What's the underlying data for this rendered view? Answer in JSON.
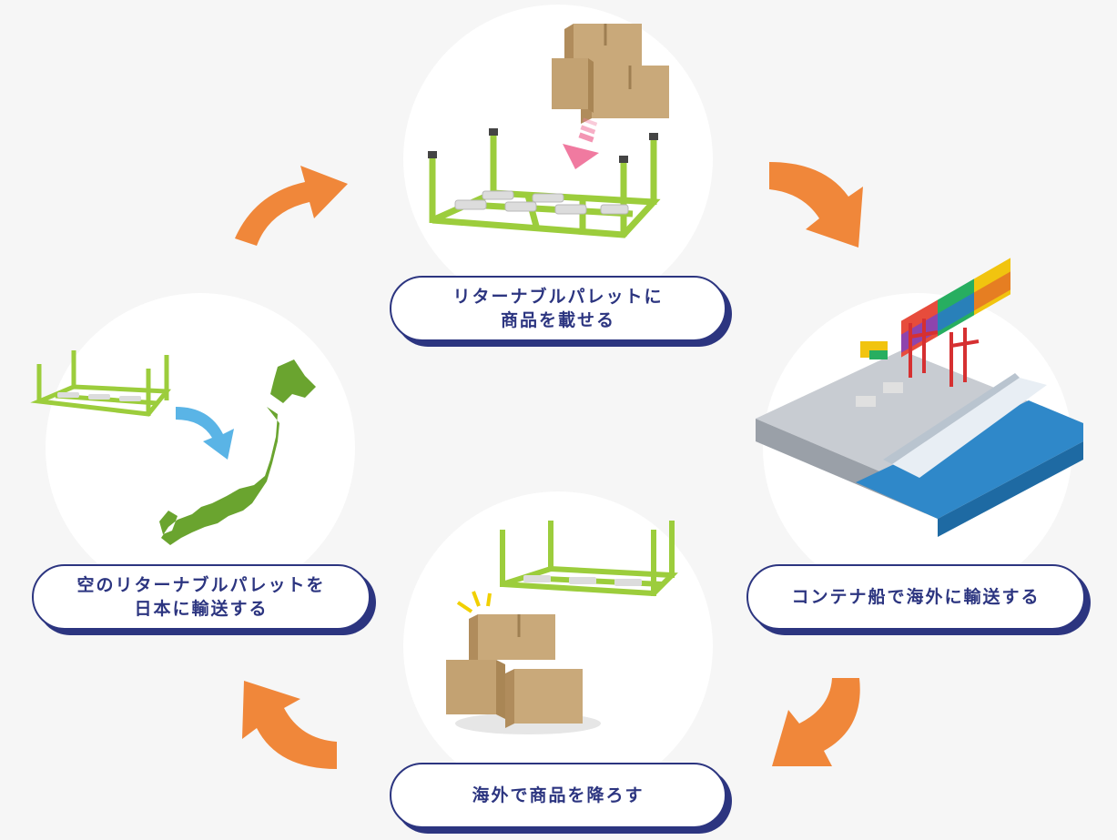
{
  "steps": [
    {
      "line1": "リターナブルパレットに",
      "line2": "商品を載せる"
    },
    {
      "line1": "コンテナ船で海外に輸送する",
      "line2": ""
    },
    {
      "line1": "海外で商品を降ろす",
      "line2": ""
    },
    {
      "line1": "空のリターナブルパレットを",
      "line2": "日本に輸送する"
    }
  ],
  "colors": {
    "background": "#f6f6f6",
    "label_border": "#2c3580",
    "arrow": "#f0873a",
    "pallet": "#9ccd3c",
    "map": "#6aa42f",
    "down_arrow": "#f07aa0",
    "map_arrow": "#5ab4e6",
    "sea": "#2f88c9"
  },
  "icons": [
    "cardboard-box-icon",
    "pallet-icon",
    "container-ship-icon",
    "japan-map-icon",
    "cycle-arrow-icon"
  ]
}
